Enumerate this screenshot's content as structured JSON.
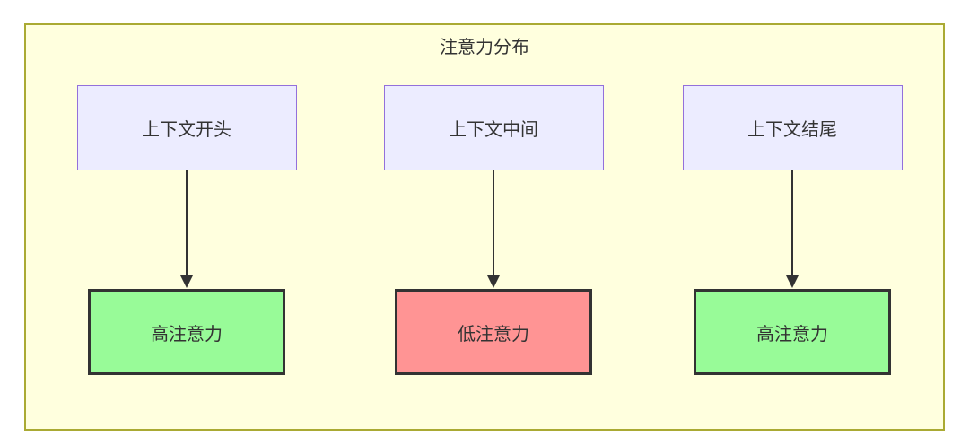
{
  "diagram": {
    "title": "注意力分布",
    "colors": {
      "page_bg": "#ffffff",
      "container_bg": "#ffffde",
      "container_border": "#aaaa33",
      "source_fill": "#ececff",
      "source_border": "#9370db",
      "high_fill": "#98fb98",
      "low_fill": "#ff9494",
      "result_border": "#333333",
      "arrow_color": "#333333",
      "text_color": "#333333"
    },
    "columns": [
      {
        "source": "上下文开头",
        "result": "高注意力",
        "level": "high"
      },
      {
        "source": "上下文中间",
        "result": "低注意力",
        "level": "low"
      },
      {
        "source": "上下文结尾",
        "result": "高注意力",
        "level": "high"
      }
    ]
  }
}
